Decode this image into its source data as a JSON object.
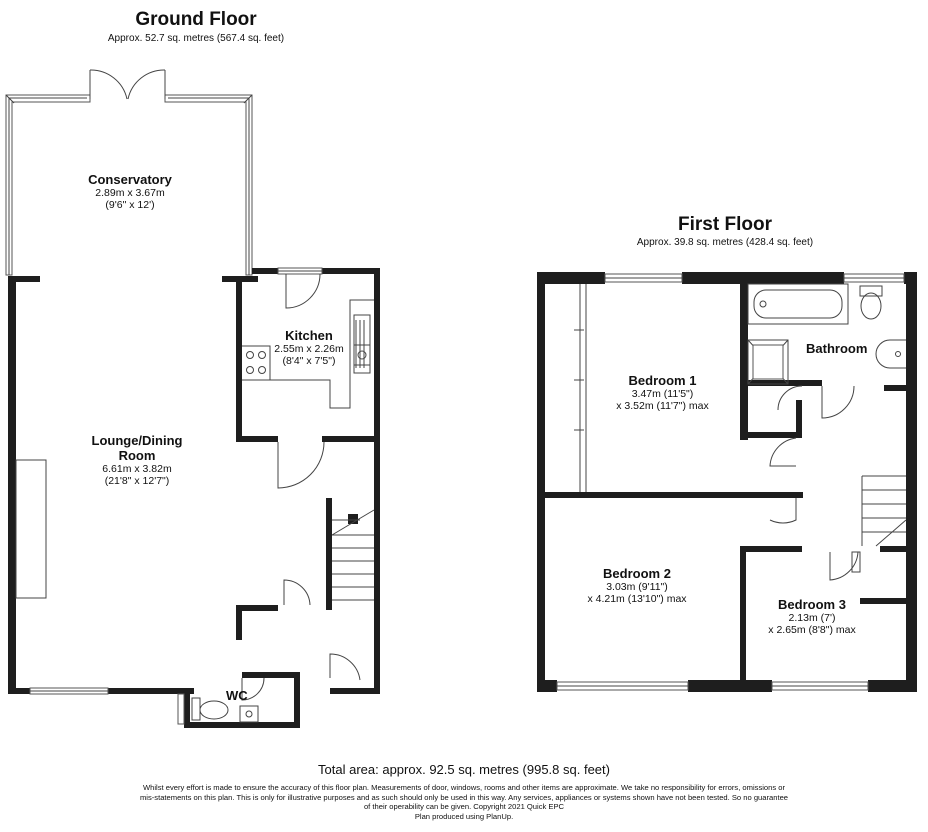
{
  "ground_floor": {
    "title": "Ground Floor",
    "area": "Approx. 52.7 sq. metres (567.4 sq. feet)",
    "rooms": {
      "conservatory": {
        "name": "Conservatory",
        "dim_m": "2.89m x 3.67m",
        "dim_ft": "(9'6\" x 12')"
      },
      "kitchen": {
        "name": "Kitchen",
        "dim_m": "2.55m x 2.26m",
        "dim_ft": "(8'4\" x 7'5\")"
      },
      "lounge": {
        "name": "Lounge/Dining",
        "name2": "Room",
        "dim_m": "6.61m x 3.82m",
        "dim_ft": "(21'8\" x 12'7\")"
      },
      "wc": {
        "name": "WC"
      }
    }
  },
  "first_floor": {
    "title": "First Floor",
    "area": "Approx. 39.8 sq. metres (428.4 sq. feet)",
    "rooms": {
      "bedroom1": {
        "name": "Bedroom 1",
        "dim_m": "3.47m (11'5\")",
        "dim_ft": "x 3.52m (11'7\") max"
      },
      "bathroom": {
        "name": "Bathroom"
      },
      "bedroom2": {
        "name": "Bedroom 2",
        "dim_m": "3.03m (9'11\")",
        "dim_ft": "x 4.21m (13'10\") max"
      },
      "bedroom3": {
        "name": "Bedroom 3",
        "dim_m": "2.13m (7')",
        "dim_ft": "x 2.65m (8'8\") max"
      }
    }
  },
  "footer": {
    "total_area": "Total area: approx. 92.5 sq. metres (995.8 sq. feet)",
    "disclaimer_1": "Whilst every effort is made to ensure the accuracy of this floor plan. Measurements of door, windows, rooms and other items are approximate. We take no responsibility for errors, omissions or",
    "disclaimer_2": "mis-statements on this plan. This is only for illustrative purposes  and as such should only be used in this way. Any services, appliances or systems shown have not been tested. So no guarantee",
    "disclaimer_3": "of their operability can be given. Copyright 2021 Quick EPC",
    "disclaimer_4": "Plan produced using PlanUp."
  },
  "colors": {
    "wall": "#1e1e1e",
    "line": "#444444",
    "background": "#ffffff"
  }
}
